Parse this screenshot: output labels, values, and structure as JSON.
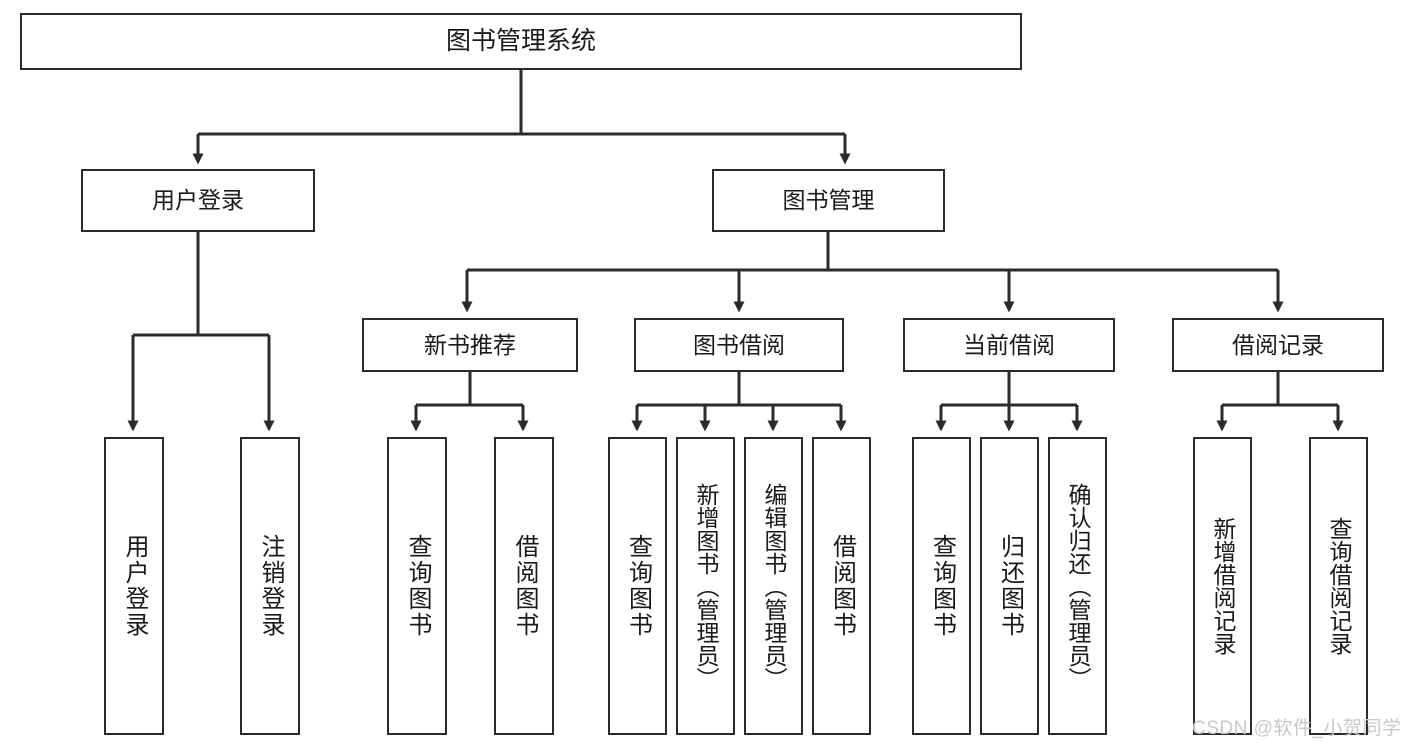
{
  "diagram": {
    "title": "图书管理系统",
    "type": "hierarchy-tree",
    "root": {
      "label": "图书管理系统"
    },
    "tier1": [
      {
        "label": "用户登录"
      },
      {
        "label": "图书管理"
      }
    ],
    "tier2": [
      {
        "label": "新书推荐"
      },
      {
        "label": "图书借阅"
      },
      {
        "label": "当前借阅"
      },
      {
        "label": "借阅记录"
      }
    ],
    "leaves": {
      "user_login": [
        {
          "label": "用户登录"
        },
        {
          "label": "注销登录"
        }
      ],
      "new_book_recommend": [
        {
          "label": "查询图书"
        },
        {
          "label": "借阅图书"
        }
      ],
      "book_borrow": [
        {
          "label": "查询图书"
        },
        {
          "label": "新增图书（管理员）"
        },
        {
          "label": "编辑图书（管理员）"
        },
        {
          "label": "借阅图书"
        }
      ],
      "current_borrow": [
        {
          "label": "查询图书"
        },
        {
          "label": "归还图书"
        },
        {
          "label": "确认归还（管理员）"
        }
      ],
      "borrow_record": [
        {
          "label": "新增借阅记录"
        },
        {
          "label": "查询借阅记录"
        }
      ]
    }
  },
  "watermark": {
    "text": "CSDN @软件_小贺同学"
  },
  "colors": {
    "border": "#2b2b2b",
    "background": "#ffffff",
    "text": "#1a1a1a",
    "watermark": "#c9c9c9"
  }
}
